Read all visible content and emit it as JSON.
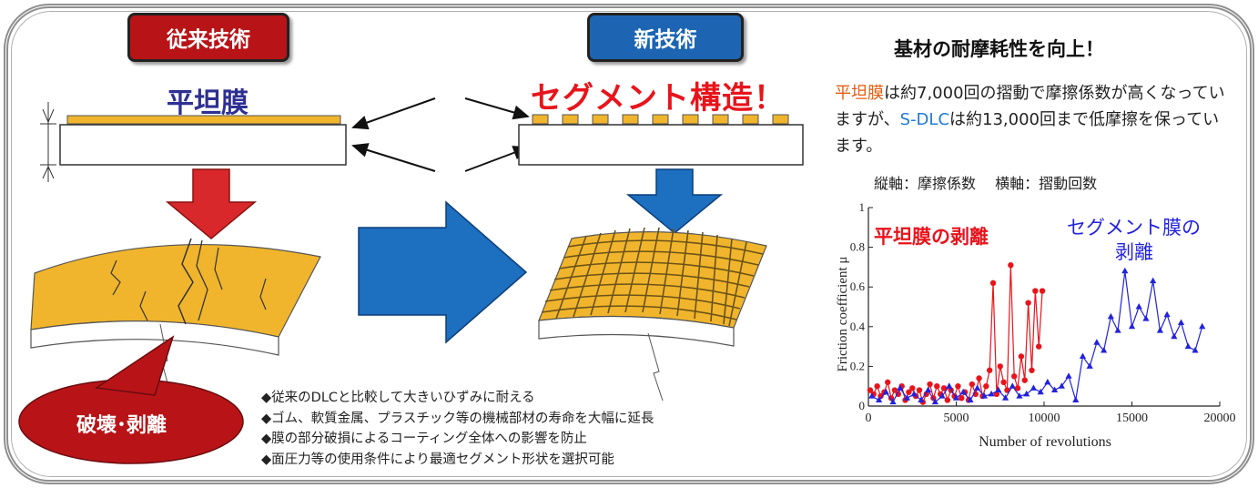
{
  "badges": {
    "old": "従来技術",
    "new": "新技術"
  },
  "labels": {
    "flat": "平坦膜",
    "segment": "セグメント構造！",
    "destroy": "破壊･剥離"
  },
  "heading": "基材の耐摩耗性を向上！",
  "description": {
    "p1": "平坦膜",
    "p2": "は約7,000回の摺動で摩擦係数が高くなっていますが、",
    "p3": "S-DLC",
    "p4": "は約13,000回まで低摩擦を保っています。"
  },
  "axis_note": "縦軸：摩擦係数　 横軸：摺動回数",
  "bullets": [
    "◆従来のDLCと比較して大きいひずみに耐える",
    "◆ゴム、軟質金属、プラスチック等の機械部材の寿命を大幅に延長",
    "◆膜の部分破損によるコーティング全体への影響を防止",
    "◆面圧力等の使用条件により最適セグメント形状を選択可能"
  ],
  "colors": {
    "red": "#e8141c",
    "blue": "#2222dd",
    "old_badge": "#b81418",
    "new_badge": "#1d65b2",
    "film": "#f0b52c"
  },
  "chart_data": {
    "type": "line",
    "xlabel": "Number of revolutions",
    "ylabel": "Friction coefficient μ",
    "xlim": [
      0,
      20000
    ],
    "ylim": [
      0,
      1
    ],
    "xticks": [
      "0",
      "5000",
      "10000",
      "15000",
      "20000"
    ],
    "yticks": [
      "0",
      "0.2",
      "0.4",
      "0.6",
      "0.8",
      "1"
    ],
    "annotations": [
      "平坦膜の剥離",
      "セグメント膜の",
      "剥離"
    ],
    "series": [
      {
        "color": "#e8141c",
        "marker": "circle",
        "x": [
          100,
          300,
          500,
          700,
          900,
          1100,
          1300,
          1500,
          1700,
          1900,
          2100,
          2300,
          2500,
          2700,
          2900,
          3100,
          3300,
          3500,
          3700,
          3900,
          4100,
          4300,
          4500,
          4700,
          4900,
          5100,
          5300,
          5500,
          5700,
          5900,
          6100,
          6300,
          6500,
          6700,
          6900,
          7100,
          7300,
          7500,
          7700,
          7900,
          8100,
          8300,
          8500,
          8700,
          8900,
          9100,
          9300,
          9500,
          9700,
          9900
        ],
        "y": [
          0.08,
          0.06,
          0.1,
          0.05,
          0.07,
          0.12,
          0.04,
          0.08,
          0.06,
          0.1,
          0.03,
          0.07,
          0.09,
          0.05,
          0.08,
          0.02,
          0.06,
          0.11,
          0.04,
          0.1,
          0.06,
          0.09,
          0.03,
          0.08,
          0.05,
          0.1,
          0.04,
          0.07,
          0.03,
          0.11,
          0.06,
          0.14,
          0.05,
          0.1,
          0.18,
          0.62,
          0.06,
          0.2,
          0.12,
          0.08,
          0.71,
          0.15,
          0.09,
          0.25,
          0.13,
          0.52,
          0.18,
          0.58,
          0.3,
          0.58
        ]
      },
      {
        "color": "#2222dd",
        "marker": "triangle",
        "x": [
          200,
          600,
          1000,
          1400,
          1800,
          2200,
          2600,
          3000,
          3400,
          3800,
          4200,
          4600,
          5000,
          5400,
          5800,
          6200,
          6600,
          7000,
          7400,
          7800,
          8200,
          8600,
          9000,
          9400,
          9800,
          10200,
          10600,
          11000,
          11400,
          11800,
          12200,
          12600,
          13000,
          13400,
          13800,
          14200,
          14600,
          15000,
          15400,
          15800,
          16200,
          16600,
          17000,
          17400,
          17800,
          18200,
          18600,
          19000
        ],
        "y": [
          0.05,
          0.03,
          0.07,
          0.02,
          0.09,
          0.04,
          0.06,
          0.03,
          0.08,
          0.02,
          0.05,
          0.1,
          0.04,
          0.07,
          0.03,
          0.09,
          0.05,
          0.06,
          0.08,
          0.04,
          0.1,
          0.05,
          0.06,
          0.09,
          0.07,
          0.12,
          0.08,
          0.1,
          0.15,
          0.03,
          0.25,
          0.2,
          0.32,
          0.28,
          0.45,
          0.38,
          0.68,
          0.4,
          0.5,
          0.44,
          0.63,
          0.38,
          0.46,
          0.35,
          0.42,
          0.3,
          0.28,
          0.4
        ]
      }
    ]
  }
}
